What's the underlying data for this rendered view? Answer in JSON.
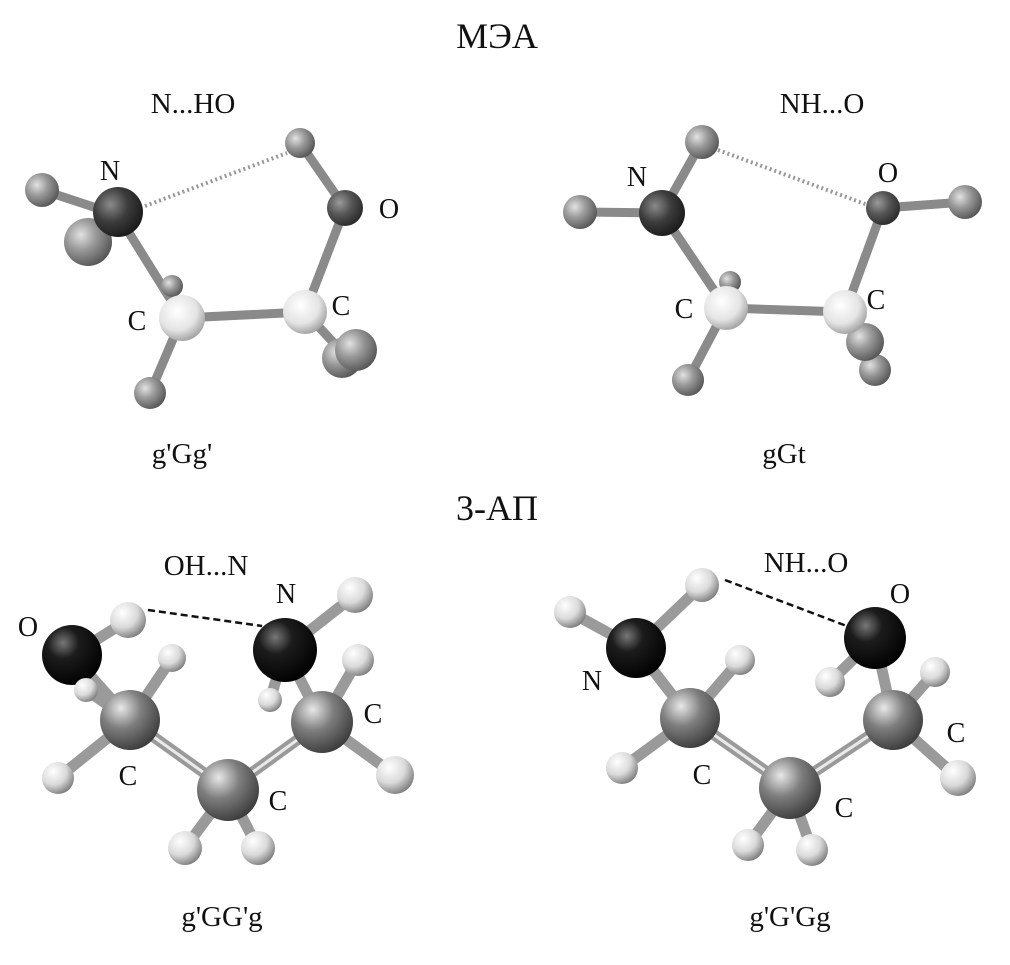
{
  "sections": [
    {
      "title": "МЭА"
    },
    {
      "title": "3-АП"
    }
  ],
  "molecules": [
    {
      "hbond_label": "N...HO",
      "conformation": "g'Gg'",
      "atom_labels": [
        "N",
        "O",
        "C",
        "C"
      ]
    },
    {
      "hbond_label": "NH...O",
      "conformation": "gGt",
      "atom_labels": [
        "N",
        "O",
        "C",
        "C"
      ]
    },
    {
      "hbond_label": "OH...N",
      "conformation": "g'GG'g",
      "atom_labels": [
        "O",
        "N",
        "C",
        "C",
        "C"
      ]
    },
    {
      "hbond_label": "NH...O",
      "conformation": "g'G'Gg",
      "atom_labels": [
        "N",
        "O",
        "C",
        "C",
        "C"
      ]
    }
  ]
}
